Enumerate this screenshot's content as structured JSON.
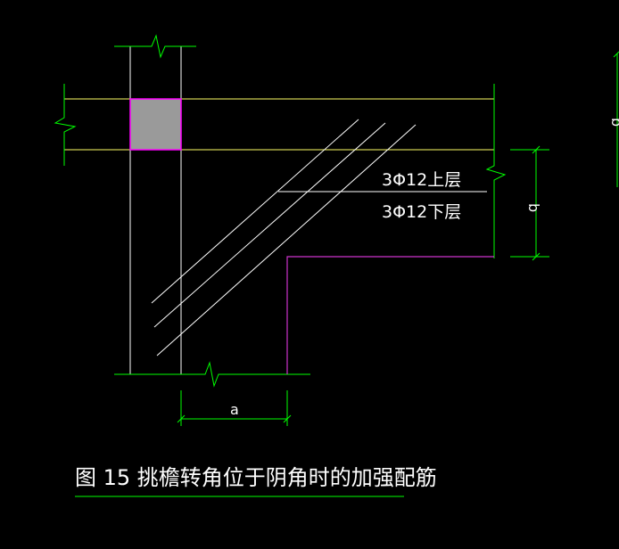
{
  "diagram": {
    "caption": "图 15  挑檐转角位于阴角时的加强配筋",
    "rebar_top_label": "3Φ12上层",
    "rebar_bottom_label": "3Φ12下层",
    "dim_a_label": "a",
    "dim_b_label": "b",
    "edge_b_label": "b"
  },
  "colors": {
    "background": "#000000",
    "beam_lines": "#ffff66",
    "column_lines": "#ffffff",
    "break_marks": "#00ff00",
    "column_fill": "#9a9a9a",
    "column_border": "#ff00ff",
    "slab_edge": "#cc33cc",
    "text": "#ffffff",
    "underline": "#00ff00"
  }
}
